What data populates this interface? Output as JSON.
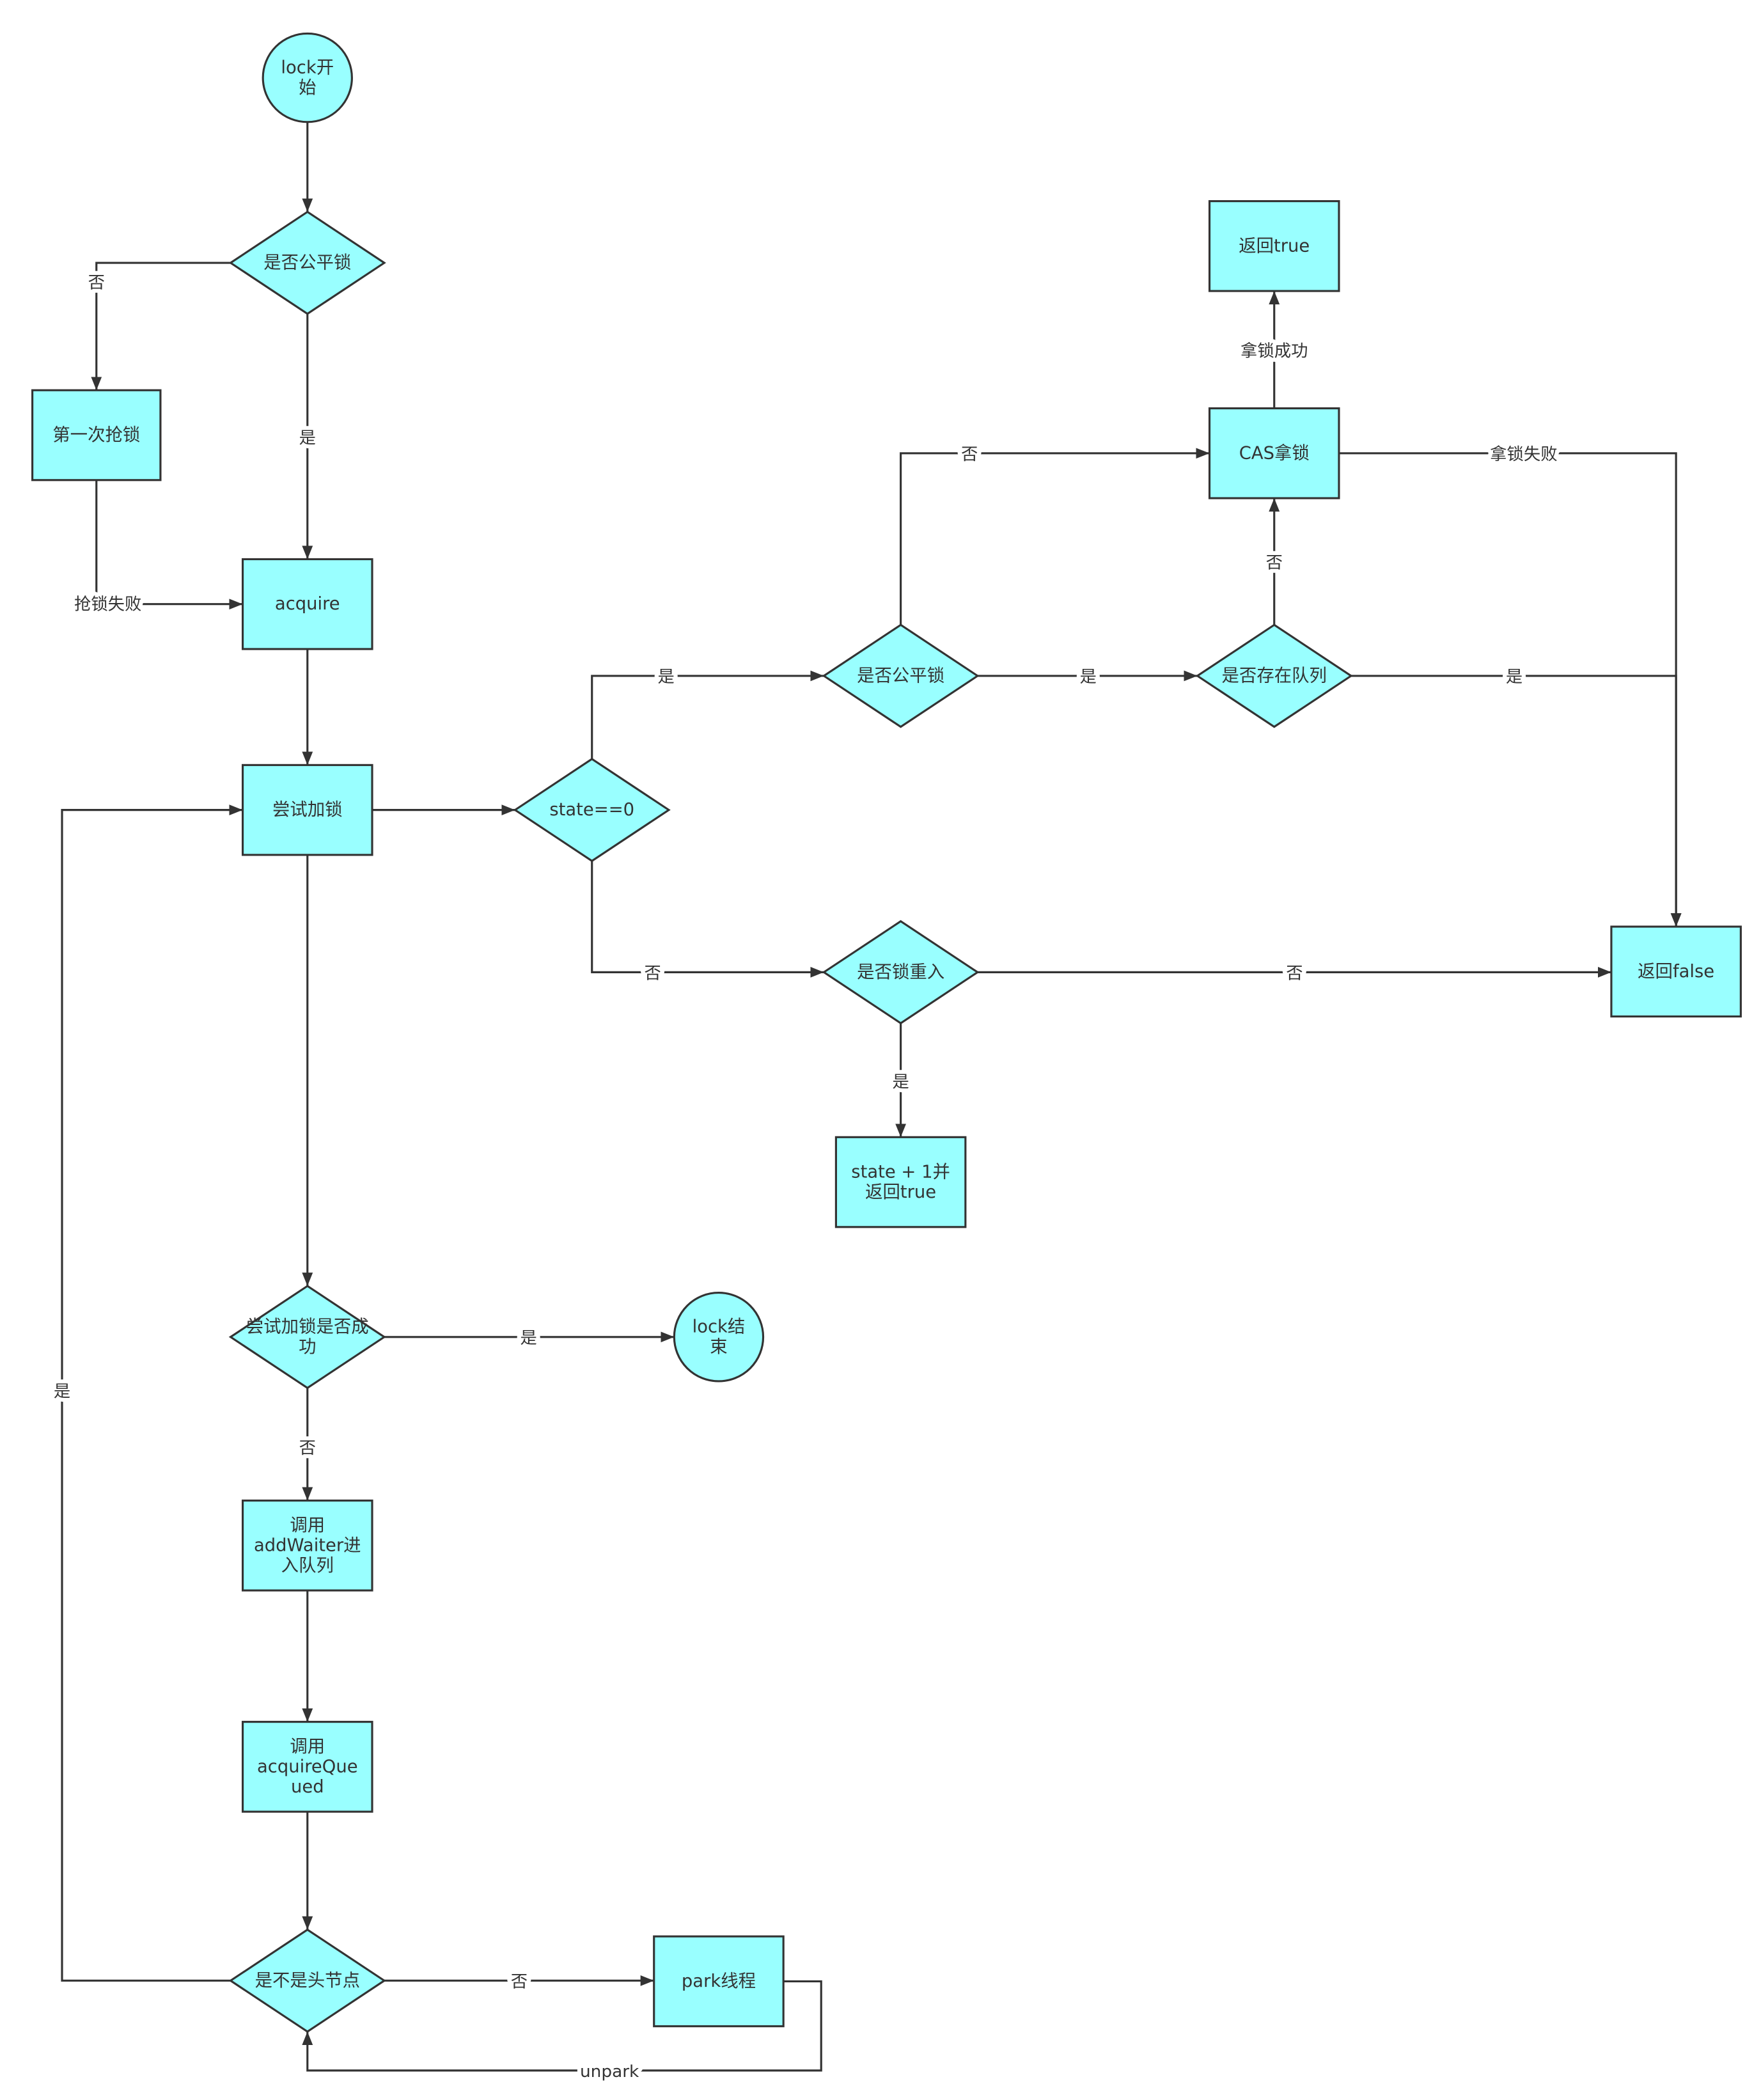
{
  "colors": {
    "node_fill": "#99FFFF",
    "stroke": "#333333",
    "text": "#333333",
    "background": "#FFFFFF"
  },
  "nodes": {
    "lock_start": {
      "lines": [
        "lock开",
        "始"
      ]
    },
    "is_fair_lock_1": {
      "lines": [
        "是否公平锁"
      ]
    },
    "first_grab": {
      "lines": [
        "第一次抢锁"
      ]
    },
    "acquire": {
      "lines": [
        "acquire"
      ]
    },
    "try_lock": {
      "lines": [
        "尝试加锁"
      ]
    },
    "state_zero": {
      "lines": [
        "state==0"
      ]
    },
    "is_fair_lock_2": {
      "lines": [
        "是否公平锁"
      ]
    },
    "has_queue": {
      "lines": [
        "是否存在队列"
      ]
    },
    "cas_lock": {
      "lines": [
        "CAS拿锁"
      ]
    },
    "return_true": {
      "lines": [
        "返回true"
      ]
    },
    "return_false": {
      "lines": [
        "返回false"
      ]
    },
    "is_reentrant": {
      "lines": [
        "是否锁重入"
      ]
    },
    "state_plus_one": {
      "lines": [
        "state + 1并",
        "返回true"
      ]
    },
    "try_success": {
      "lines": [
        "尝试加锁是否成",
        "功"
      ]
    },
    "lock_end": {
      "lines": [
        "lock结",
        "束"
      ]
    },
    "add_waiter": {
      "lines": [
        "调用",
        "addWaiter进",
        "入队列"
      ]
    },
    "acquire_queued": {
      "lines": [
        "调用",
        "acquireQue",
        "ued"
      ]
    },
    "is_head": {
      "lines": [
        "是不是头节点"
      ]
    },
    "park": {
      "lines": [
        "park线程"
      ]
    }
  },
  "edge_labels": {
    "fair1_no": "否",
    "fair1_yes": "是",
    "grab_fail": "抢锁失败",
    "state_yes": "是",
    "state_no": "否",
    "fair2_yes": "是",
    "fair2_no": "否",
    "queue_no": "否",
    "queue_yes": "是",
    "cas_fail": "拿锁失败",
    "cas_success": "拿锁成功",
    "reentrant_no": "否",
    "reentrant_yes": "是",
    "try_yes": "是",
    "try_no": "否",
    "head_no": "否",
    "unpark": "unpark",
    "head_yes": "是"
  }
}
